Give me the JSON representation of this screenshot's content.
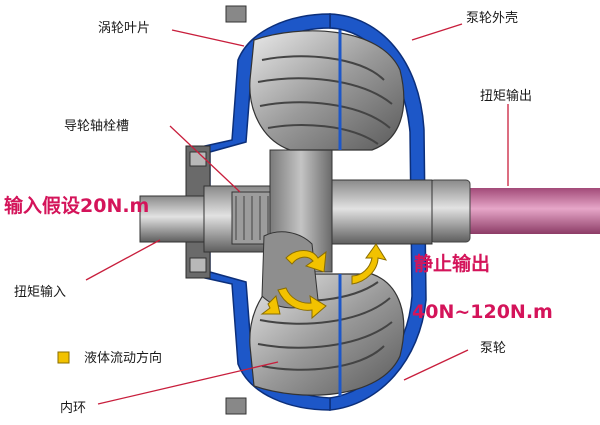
{
  "labels": {
    "turbine_blade": "涡轮叶片",
    "pump_housing": "泵轮外壳",
    "torque_output": "扭矩输出",
    "stator_shaft_groove": "导轮轴栓槽",
    "torque_input": "扭矩输入",
    "legend_fluid_flow": "液体流动方向",
    "pump_wheel": "泵轮",
    "inner_ring": "内环"
  },
  "annotations": {
    "input_assumption": "输入假设20N.m",
    "stall_output": "静止输出",
    "output_range": "40N~120N.m"
  },
  "colors": {
    "housing_blue": "#1d57c8",
    "flow_arrow_yellow": "#f2c200",
    "shaft_pink": "#c9689a",
    "annotation_red": "#d4145a",
    "leader_line": "#c81e3c"
  },
  "icons": {
    "legend_marker": "yellow-square"
  }
}
